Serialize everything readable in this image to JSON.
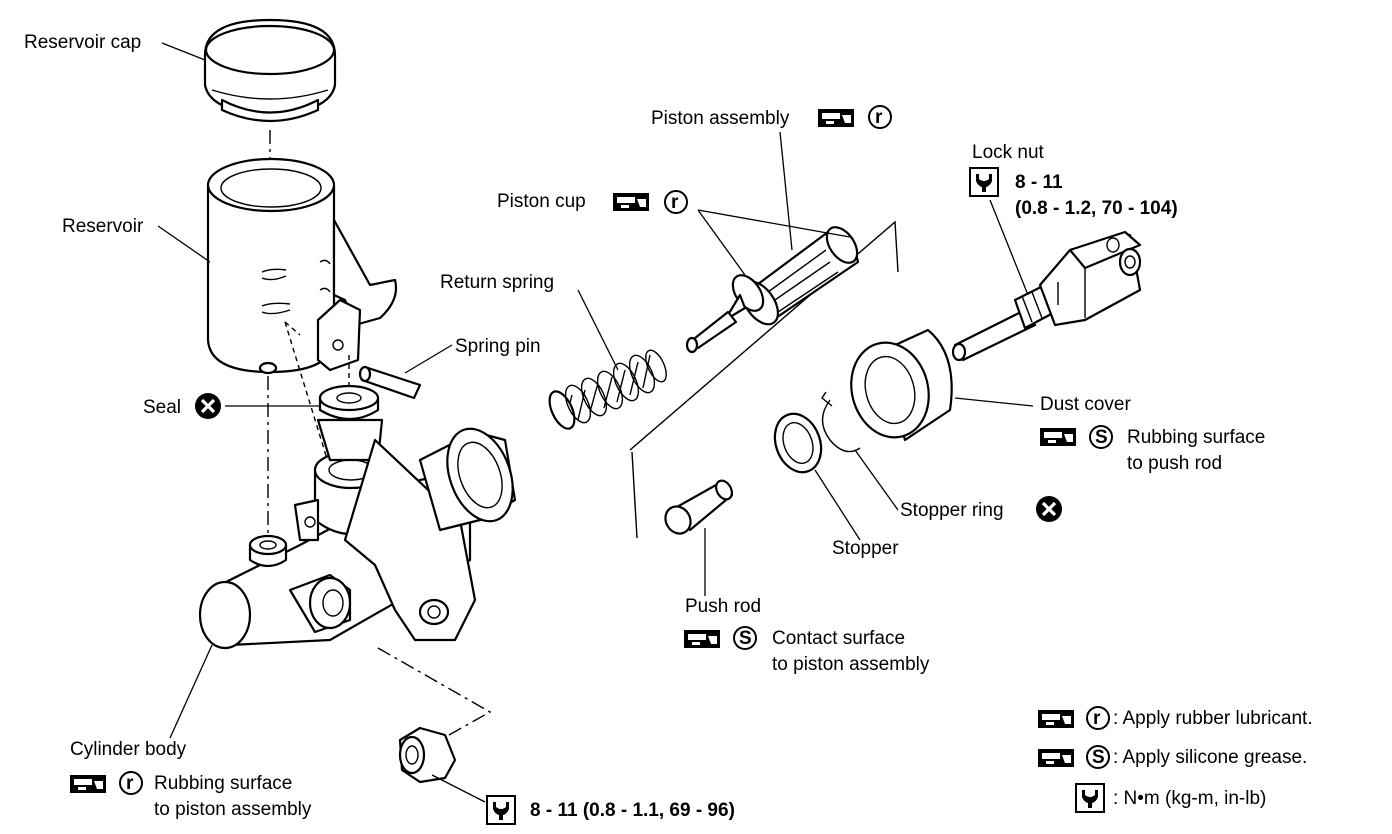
{
  "labels": {
    "reservoir_cap": "Reservoir cap",
    "reservoir": "Reservoir",
    "seal": "Seal",
    "spring_pin": "Spring pin",
    "return_spring": "Return spring",
    "piston_cup": "Piston cup",
    "piston_assembly": "Piston assembly",
    "lock_nut": "Lock nut",
    "lock_nut_torque_1": "8 - 11",
    "lock_nut_torque_2": "(0.8 - 1.2, 70 - 104)",
    "dust_cover": "Dust cover",
    "dust_cover_note_1": "Rubbing surface",
    "dust_cover_note_2": "to push rod",
    "stopper_ring": "Stopper ring",
    "stopper": "Stopper",
    "push_rod": "Push rod",
    "push_rod_note_1": "Contact surface",
    "push_rod_note_2": "to piston assembly",
    "cylinder_body": "Cylinder body",
    "cylinder_note_1": "Rubbing surface",
    "cylinder_note_2": "to piston assembly",
    "nut_torque": "8 - 11 (0.8 - 1.1, 69 - 96)"
  },
  "legend": {
    "rubber": ": Apply rubber lubricant.",
    "silicone": ": Apply silicone grease.",
    "torque": ": N•m (kg-m, in-lb)"
  },
  "symbols": {
    "r": "r",
    "s": "S"
  }
}
